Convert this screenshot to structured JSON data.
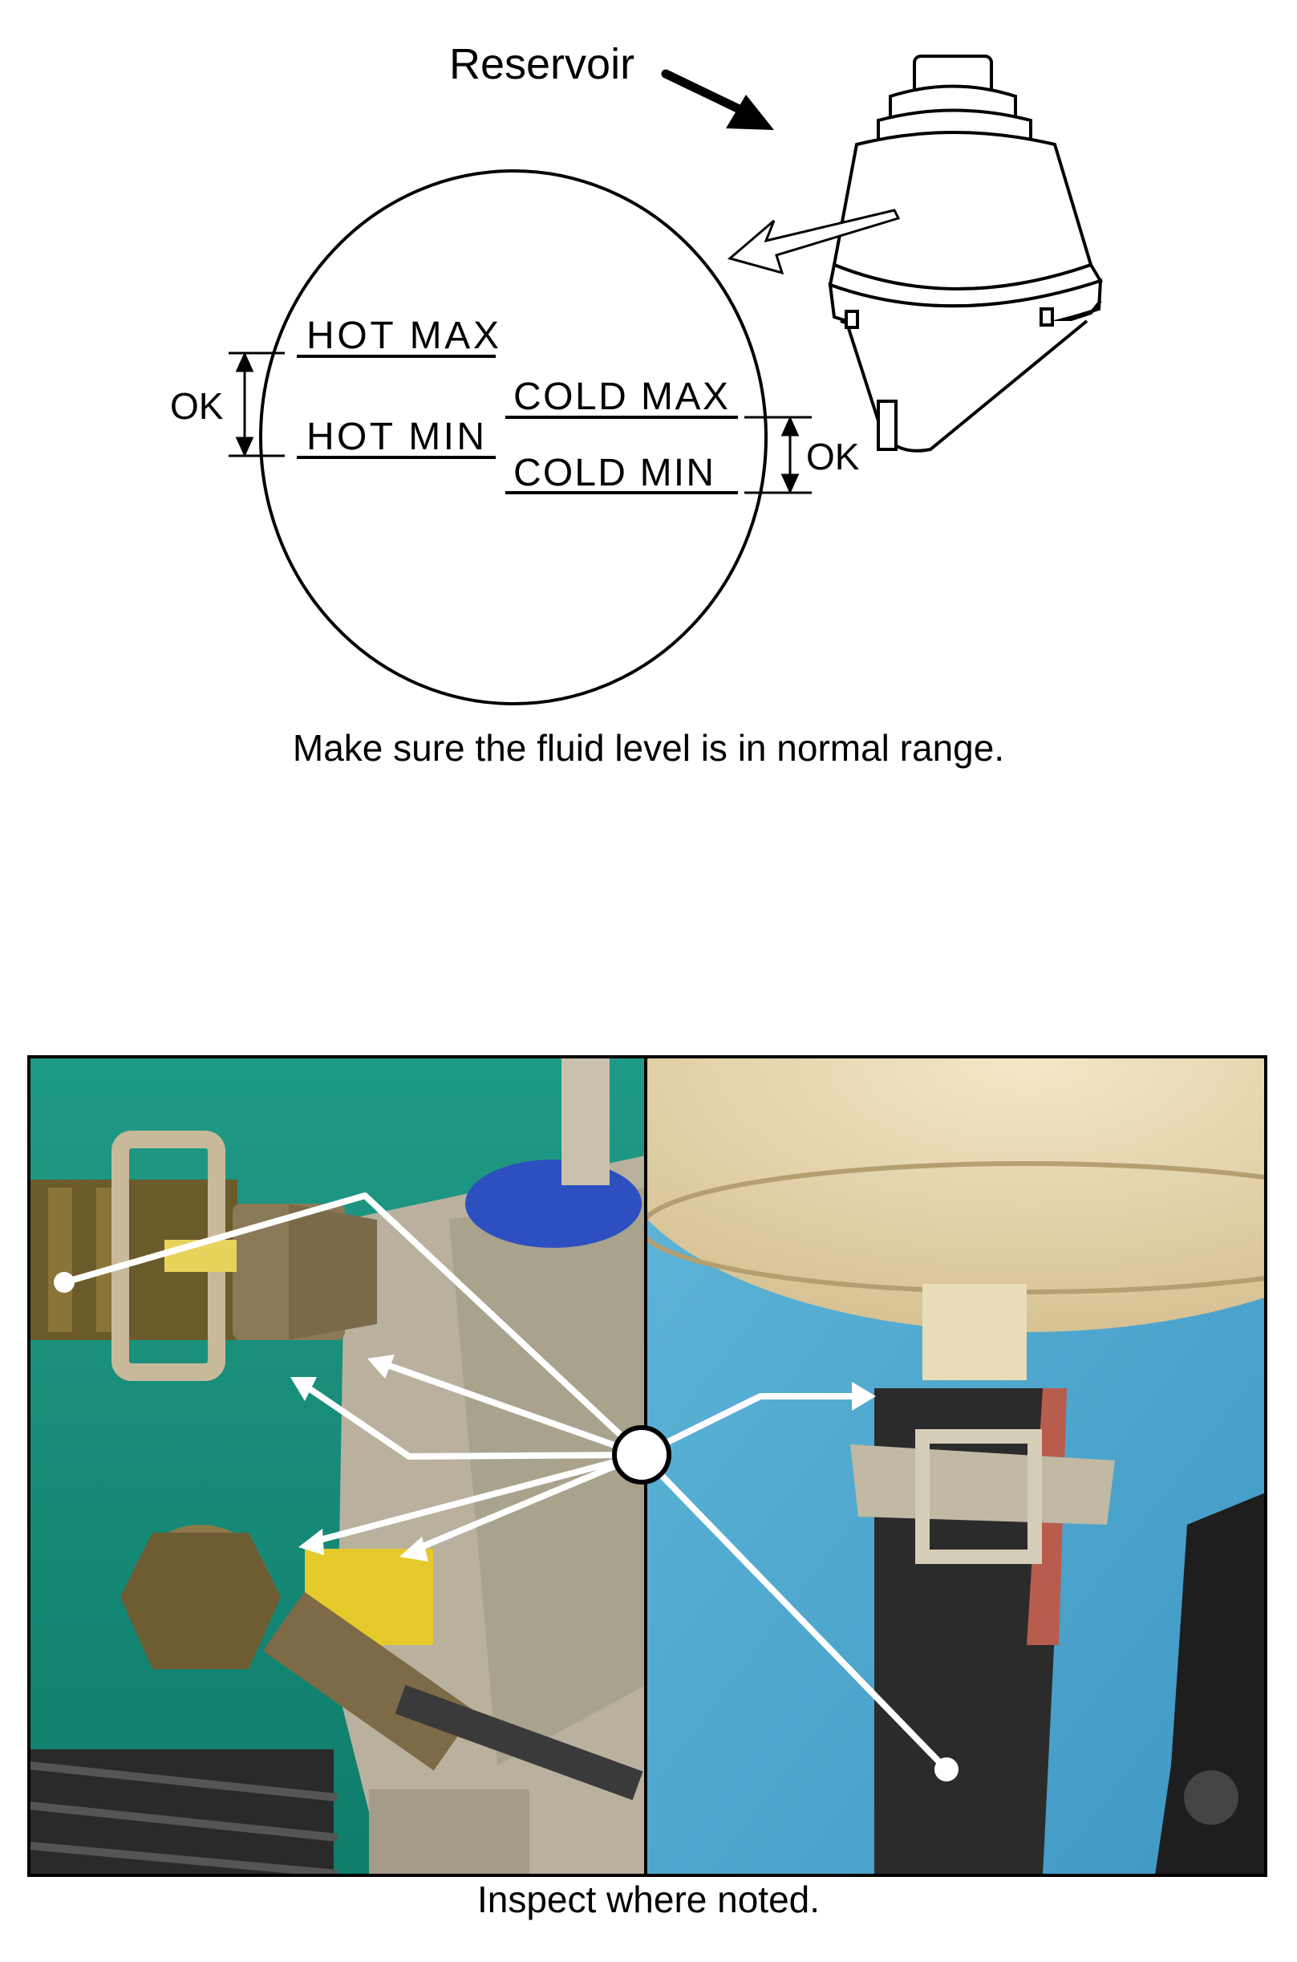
{
  "diagram": {
    "reservoir_label": "Reservoir",
    "hot_max": "HOT MAX",
    "hot_min": "HOT MIN",
    "cold_max": "COLD MAX",
    "cold_min": "COLD MIN",
    "ok_left": "OK",
    "ok_right": "OK"
  },
  "captions": {
    "fluid_level": "Make sure the fluid level is in normal range.",
    "inspect": "Inspect where noted."
  }
}
